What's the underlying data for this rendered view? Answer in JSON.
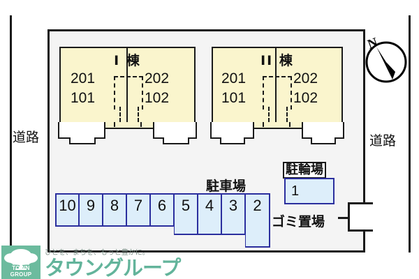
{
  "roads": {
    "left_label": "道路",
    "right_label": "道路"
  },
  "compass": {
    "north_label": "N",
    "icon": "compass-rose-icon"
  },
  "buildings": [
    {
      "name": "I 棟",
      "left_units": [
        "201",
        "101"
      ],
      "right_units": [
        "202",
        "102"
      ]
    },
    {
      "name": "II 棟",
      "left_units": [
        "201",
        "101"
      ],
      "right_units": [
        "202",
        "102"
      ]
    }
  ],
  "parking": {
    "title": "駐車場",
    "spaces": [
      "10",
      "9",
      "8",
      "7",
      "6",
      "5",
      "4",
      "3",
      "2"
    ]
  },
  "bicycle_parking": {
    "label": "駐輪場",
    "space": "1"
  },
  "garbage": {
    "label": "ゴミ置場"
  },
  "logo": {
    "mark_text": "TOWN GROUP",
    "tagline": "ひとを、まちを、もっと豊かに。",
    "name": "タウングループ",
    "brand_color": "#63b49b"
  },
  "colors": {
    "building_fill": "#faf5cd",
    "parking_fill": "#ddeefa",
    "parking_border": "#2b2f9e",
    "outline": "#1a1a1a",
    "site_fill": "#f4f4f4"
  }
}
